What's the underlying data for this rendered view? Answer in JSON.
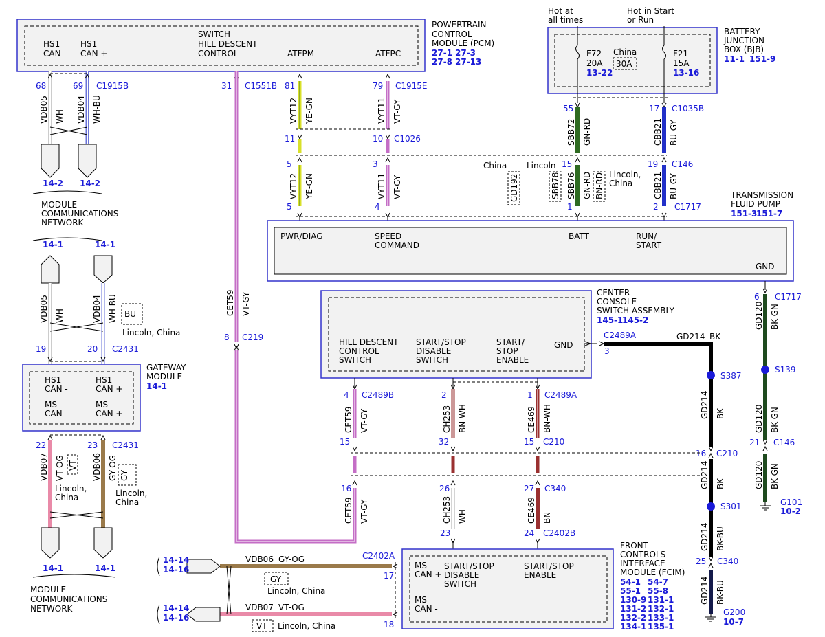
{
  "modules": {
    "pcm": {
      "title": [
        "POWERTRAIN",
        "CONTROL",
        "MODULE (PCM)"
      ],
      "refs": [
        "27-1",
        "27-3",
        "27-8",
        "27-13"
      ],
      "pins": {
        "hs1_can_minus": [
          "HS1",
          "CAN -"
        ],
        "hs1_can_plus": [
          "HS1",
          "CAN +"
        ],
        "hill_descent": [
          "SWITCH",
          "HILL DESCENT",
          "CONTROL"
        ],
        "atfpm": "ATFPM",
        "atfpc": "ATFPC"
      }
    },
    "bjb": {
      "title": [
        "BATTERY",
        "JUNCTION",
        "BOX (BJB)"
      ],
      "refs": [
        "11-1",
        "151-9"
      ],
      "hot_at_all_times": [
        "Hot at",
        "all times"
      ],
      "hot_in_start": [
        "Hot in Start",
        "or Run"
      ],
      "f72": [
        "F72",
        "20A"
      ],
      "f72_ref": "13-22",
      "china": "China",
      "china_fuse": "30A",
      "f21": [
        "F21",
        "15A"
      ],
      "f21_ref": "13-16"
    },
    "pump": {
      "title": [
        "TRANSMISSION",
        "FLUID PUMP"
      ],
      "refs": [
        "151-3",
        "151-7"
      ],
      "pins": {
        "pwr_diag": "PWR/DIAG",
        "speed_command": [
          "SPEED",
          "COMMAND"
        ],
        "batt": "BATT",
        "run_start": [
          "RUN/",
          "START"
        ],
        "gnd": "GND"
      }
    },
    "console": {
      "title": [
        "CENTER",
        "CONSOLE",
        "SWITCH ASSEMBLY"
      ],
      "refs": [
        "145-1",
        "145-2"
      ],
      "pins": {
        "hill_descent": [
          "HILL DESCENT",
          "CONTROL",
          "SWITCH"
        ],
        "start_stop_disable": [
          "START/STOP",
          "DISABLE",
          "SWITCH"
        ],
        "start_stop_enable": [
          "START/",
          "STOP",
          "ENABLE"
        ],
        "gnd": "GND"
      }
    },
    "gateway": {
      "title": [
        "GATEWAY",
        "MODULE"
      ],
      "refs": [
        "14-1"
      ],
      "pins": {
        "hs1_minus": [
          "HS1",
          "CAN -"
        ],
        "hs1_plus": [
          "HS1",
          "CAN +"
        ],
        "ms_minus": [
          "MS",
          "CAN -"
        ],
        "ms_plus": [
          "MS",
          "CAN +"
        ]
      }
    },
    "fcim": {
      "title": [
        "FRONT",
        "CONTROLS",
        "INTERFACE",
        "MODULE (FCIM)"
      ],
      "refs": [
        "54-1",
        "54-7",
        "55-1",
        "55-8",
        "130-9",
        "131-1",
        "131-2",
        "132-1",
        "132-2",
        "133-1",
        "134-1",
        "135-1"
      ],
      "pins": {
        "ms_plus": [
          "MS",
          "CAN +"
        ],
        "ss_disable": [
          "START/STOP",
          "DISABLE",
          "SWITCH"
        ],
        "ss_enable": [
          "START/STOP",
          "ENABLE"
        ],
        "ms_minus": [
          "MS",
          "CAN -"
        ]
      }
    }
  },
  "networks": {
    "module_comm_network": [
      "MODULE",
      "COMMUNICATIONS",
      "NETWORK"
    ],
    "top_refs": [
      "14-2",
      "14-2"
    ],
    "mid_refs": [
      "14-1",
      "14-1"
    ],
    "bottom_refs": [
      "14-1",
      "14-1"
    ],
    "fcim_refs": [
      "14-14",
      "14-16",
      "14-14",
      "14-16"
    ]
  },
  "connectors": {
    "c1915b": "C1915B",
    "c1551b": "C1551B",
    "c1915e": "C1915E",
    "c1026": "C1026",
    "c1035b": "C1035B",
    "c146": "C146",
    "c1717": "C1717",
    "c219": "C219",
    "c2431": "C2431",
    "c2489a": "C2489A",
    "c2489b": "C2489B",
    "c210": "C210",
    "c340": "C340",
    "c2402b": "C2402B",
    "c2402a": "C2402A"
  },
  "pins": {
    "p68": "68",
    "p69": "69",
    "p31": "31",
    "p81": "81",
    "p79": "79",
    "p11": "11",
    "p10": "10",
    "p5a": "5",
    "p3": "3",
    "p5b": "5",
    "p4a": "4",
    "p55": "55",
    "p17": "17",
    "p15a": "15",
    "p19": "19",
    "p1a": "1",
    "p2": "2",
    "p8": "8",
    "p19b": "19",
    "p20": "20",
    "p22": "22",
    "p23": "23",
    "p6": "6",
    "p21": "21",
    "p3b": "3",
    "p4b": "4",
    "p2b": "2",
    "p1b": "1",
    "p15b": "15",
    "p32": "32",
    "p15c": "15",
    "p16a": "16",
    "p26": "26",
    "p27": "27",
    "p23b": "23",
    "p24": "24",
    "p16b": "16",
    "p25": "25",
    "p17b": "17",
    "p18": "18"
  },
  "wires": {
    "vdb05": [
      "VDB05",
      "WH"
    ],
    "vdb04": [
      "VDB04",
      "WH-BU"
    ],
    "cet59": [
      "CET59",
      "VT-GY"
    ],
    "vyt12": [
      "VYT12",
      "YE-GN"
    ],
    "vyt11": [
      "VYT11",
      "VT-GY"
    ],
    "sbb72": [
      "SBB72",
      "GN-RD"
    ],
    "cbb21": [
      "CBB21",
      "BU-GY"
    ],
    "sbb76": [
      "SBB76",
      "GN-RD"
    ],
    "sbb78": "SBB78",
    "bn_rd": "BN-RD",
    "lincoln_china": [
      "Lincoln,",
      "China"
    ],
    "lincoln": "Lincoln",
    "china": "China",
    "gd192": "GD192",
    "gd120": [
      "GD120",
      "BK-GN"
    ],
    "gd214": [
      "GD214",
      "BK"
    ],
    "gd214_bkbu": [
      "GD214",
      "BK-BU"
    ],
    "vdb07": [
      "VDB07",
      "VT-OG"
    ],
    "vdb06": [
      "VDB06",
      "GY-OG"
    ],
    "vt": "VT",
    "gy": "GY",
    "bu": "BU",
    "ch253": [
      "CH253",
      "BN-WH"
    ],
    "ce469": [
      "CE469",
      "BN-WH"
    ],
    "ch253_wh": [
      "CH253",
      "WH"
    ],
    "ce469_bn": [
      "CE469",
      "BN"
    ],
    "lincoln_china_one": "Lincoln, China"
  },
  "splices": {
    "s387": "S387",
    "s139": "S139",
    "s301": "S301"
  },
  "grounds": {
    "g101": "G101",
    "g101_ref": "10-2",
    "g200": "G200",
    "g200_ref": "10-7"
  },
  "colors": {
    "module_border": "#3333cc",
    "pin_text": "#1a1ad8",
    "ye_gn": "#d8e02a",
    "vt_gy": "#c46ec6",
    "gn_rd": "#2f6b22",
    "bu_gy": "#2230c8",
    "bk": "#000000",
    "bk_gn": "#1e4a1e",
    "bn_wh": "#9a3030",
    "vt_og": "#e98aa8",
    "gy_og": "#9a7a4a"
  }
}
